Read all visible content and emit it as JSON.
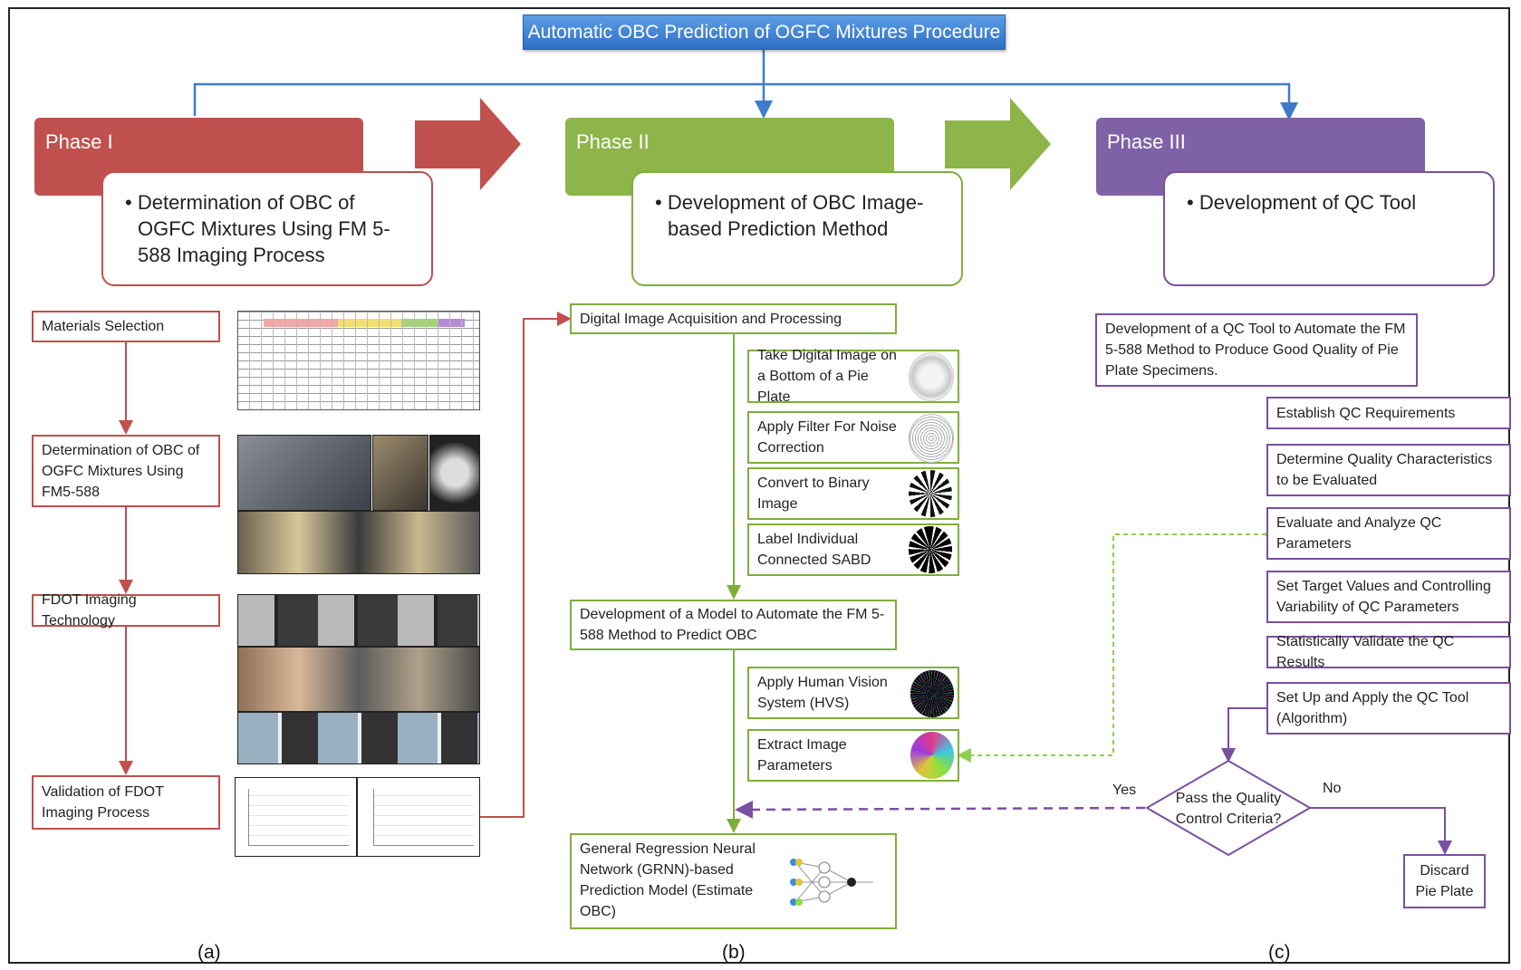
{
  "title": "Automatic OBC Prediction of OGFC Mixtures Procedure",
  "colors": {
    "red": "#c0504d",
    "green": "#8db54a",
    "purple": "#7f62a6",
    "blue": "#3e7cc9"
  },
  "phases": [
    {
      "label": "Phase I",
      "description": "Determination of OBC of OGFC Mixtures Using FM 5-588 Imaging Process"
    },
    {
      "label": "Phase II",
      "description": "Development of OBC Image-based Prediction Method"
    },
    {
      "label": "Phase III",
      "description": "Development of QC Tool"
    }
  ],
  "col_a": {
    "steps": [
      "Materials Selection",
      "Determination of OBC of OGFC Mixtures Using FM5-588",
      "FDOT Imaging Technology",
      "Validation of FDOT Imaging Process"
    ],
    "caption": "(a)"
  },
  "col_b": {
    "acquisition": "Digital Image Acquisition and Processing",
    "substeps": [
      "Take Digital Image on a Bottom of a Pie Plate",
      "Apply Filter For Noise Correction",
      "Convert to Binary Image",
      "Label Individual Connected SABD"
    ],
    "model": "Development of a Model to Automate the FM 5-588 Method to Predict OBC",
    "model_substeps": [
      "Apply Human Vision System (HVS)",
      "Extract Image Parameters"
    ],
    "grnn": "General Regression Neural Network (GRNN)-based Prediction Model (Estimate OBC)",
    "caption": "(b)"
  },
  "col_c": {
    "header": "Development of a QC Tool to Automate the FM 5-588 Method to Produce Good Quality of Pie Plate Specimens.",
    "steps": [
      "Establish QC Requirements",
      "Determine Quality Characteristics to be Evaluated",
      "Evaluate and Analyze QC Parameters",
      "Set Target Values and Controlling Variability of QC Parameters",
      "Statistically Validate the QC Results",
      "Set Up and Apply the QC Tool (Algorithm)"
    ],
    "decision": "Pass the Quality Control Criteria?",
    "yes": "Yes",
    "no": "No",
    "discard": "Discard Pie Plate",
    "caption": "(c)"
  }
}
